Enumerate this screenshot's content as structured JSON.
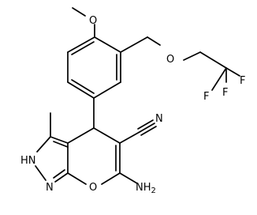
{
  "molecule": {
    "atoms": {
      "o_methoxy": "O",
      "o_ether": "O",
      "f_1": "F",
      "f_2": "F",
      "f_3": "F",
      "n_nitrile": "N",
      "nh_pyrazole": "HN",
      "n_pyrazole": "N",
      "o_pyran": "O",
      "amino": "NH2"
    }
  }
}
